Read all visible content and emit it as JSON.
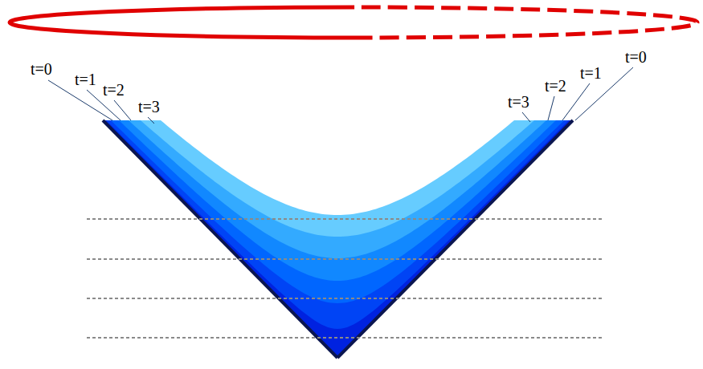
{
  "diagram": {
    "labels": [
      "t=0",
      "t=1",
      "t=2",
      "t=3",
      "t=3",
      "t=2",
      "t=1",
      "t=0"
    ]
  }
}
